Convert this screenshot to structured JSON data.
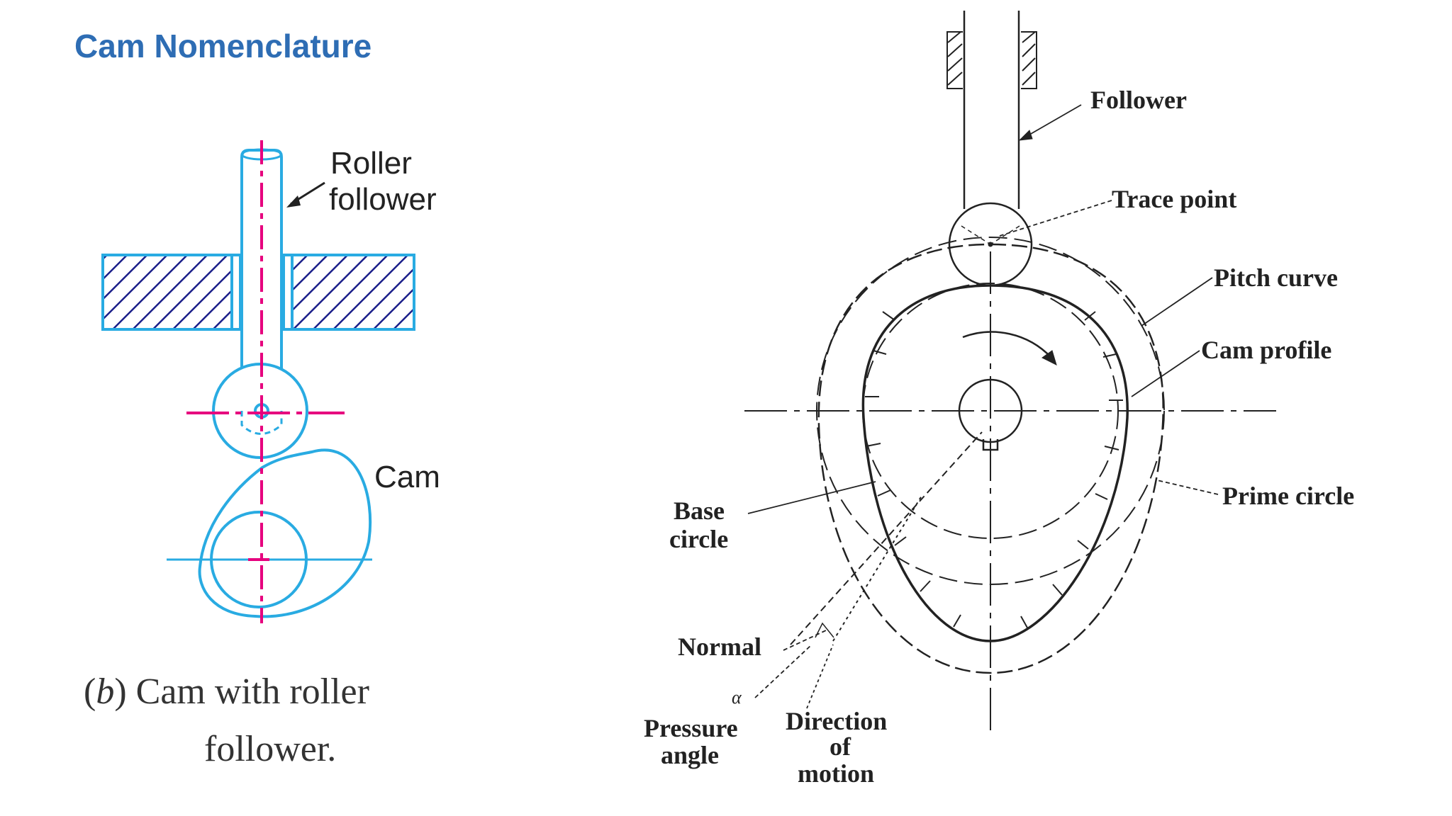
{
  "slide": {
    "title": "Cam Nomenclature"
  },
  "colors": {
    "title": "#2e6db4",
    "diagram_blue": "#29abe2",
    "hatch_blue": "#1b1f8a",
    "centerline_magenta": "#e6007e",
    "ink": "#222222"
  },
  "left_figure": {
    "labels": {
      "roller_follower_line1": "Roller",
      "roller_follower_line2": "follower",
      "cam": "Cam"
    },
    "caption": {
      "part_letter": "b",
      "line1_rest": " Cam with roller",
      "line2": "follower."
    }
  },
  "right_figure": {
    "labels": {
      "follower": "Follower",
      "trace_point": "Trace point",
      "pitch_curve": "Pitch curve",
      "cam_profile": "Cam profile",
      "prime_circle": "Prime circle",
      "base_circle_line1": "Base",
      "base_circle_line2": "circle",
      "normal": "Normal",
      "alpha": "α",
      "pressure_angle_line1": "Pressure",
      "pressure_angle_line2": "angle",
      "direction_line1": "Direction",
      "direction_line2": "of",
      "direction_line3": "motion"
    }
  }
}
